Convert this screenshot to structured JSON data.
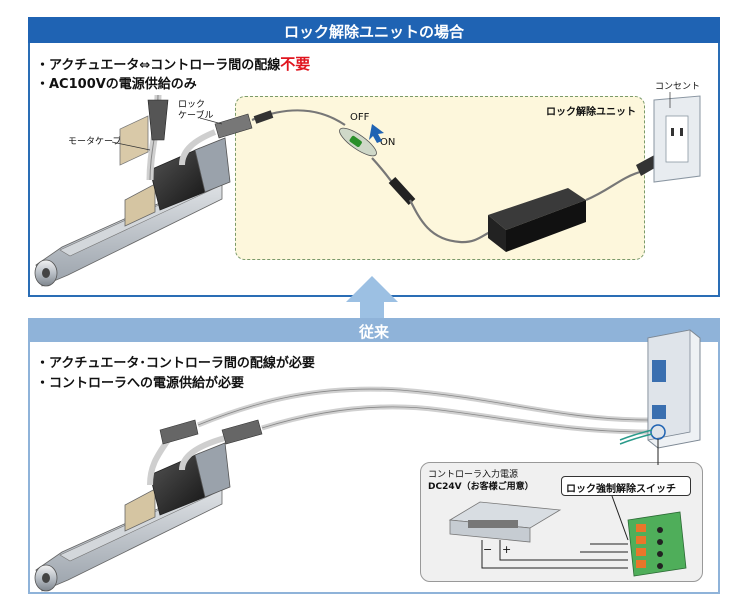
{
  "top_section": {
    "title": "ロック解除ユニットの場合",
    "bullet1_prefix": "・アクチュエータ⇔コントローラ間の配線",
    "bullet1_emphasis": "不要",
    "bullet2": "・AC100Vの電源供給のみ",
    "label_motor_cable": "モータケーブル",
    "label_lock_cable_1": "ロック",
    "label_lock_cable_2": "ケーブル",
    "label_off": "OFF",
    "label_on": "ON",
    "label_unit": "ロック解除ユニット",
    "label_outlet": "コンセント"
  },
  "bottom_section": {
    "title": "従来",
    "bullet1": "・アクチュエータ･コントローラ間の配線が必要",
    "bullet2": "・コントローラへの電源供給が必要",
    "label_psu_1": "コントローラ入力電源",
    "label_psu_2": "DC24V（お客様ご用意）",
    "label_minus": "−",
    "label_plus": "+",
    "label_switch": "ロック強制解除スイッチ"
  },
  "colors": {
    "header_blue": "#1f63b3",
    "conventional_header": "#8fb3d9",
    "unit_area_bg": "#fdf7dc",
    "emphasis_red": "#e0141e"
  }
}
